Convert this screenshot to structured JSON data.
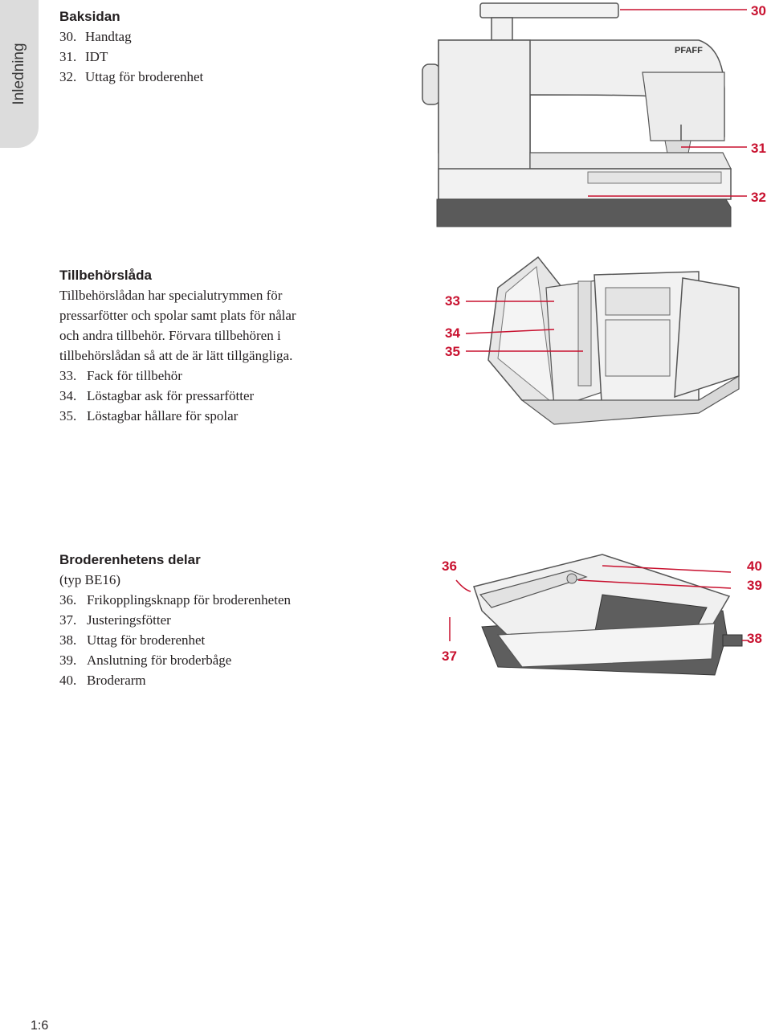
{
  "side_tab": {
    "label": "Inledning"
  },
  "back": {
    "heading": "Baksidan",
    "items": [
      {
        "num": "30.",
        "text": "Handtag"
      },
      {
        "num": "31.",
        "text": "IDT"
      },
      {
        "num": "32.",
        "text": "Uttag för broderenhet"
      }
    ],
    "callouts": [
      "30",
      "31",
      "32"
    ],
    "brand": "PFAFF"
  },
  "accessory_tray": {
    "heading": "Tillbehörslåda",
    "lines": [
      "Tillbehörslådan har specialutrymmen för",
      "pressarfötter och spolar samt plats för nålar",
      "och andra tillbehör. Förvara tillbehören i",
      "tillbehörslådan så att de är lätt tillgängliga."
    ],
    "items": [
      {
        "num": "33.",
        "text": "Fack för tillbehör"
      },
      {
        "num": "34.",
        "text": "Löstagbar ask för pressarfötter"
      },
      {
        "num": "35.",
        "text": "Löstagbar hållare för spolar"
      }
    ],
    "callouts": [
      "33",
      "34",
      "35"
    ]
  },
  "embroidery_unit": {
    "heading": "Broderenhetens delar",
    "subheading": "(typ BE16)",
    "items": [
      {
        "num": "36.",
        "text": "Frikopplingsknapp för broderenheten"
      },
      {
        "num": "37.",
        "text": "Justeringsfötter"
      },
      {
        "num": "38.",
        "text": "Uttag för broderenhet"
      },
      {
        "num": "39.",
        "text": "Anslutning för broderbåge"
      },
      {
        "num": "40.",
        "text": "Broderarm"
      }
    ],
    "callouts": [
      "36",
      "37",
      "38",
      "39",
      "40"
    ]
  },
  "page_number": "1:6",
  "colors": {
    "accent": "#c8102e",
    "tab": "#dcdcdc",
    "machine_base": "#5a5a5a"
  }
}
